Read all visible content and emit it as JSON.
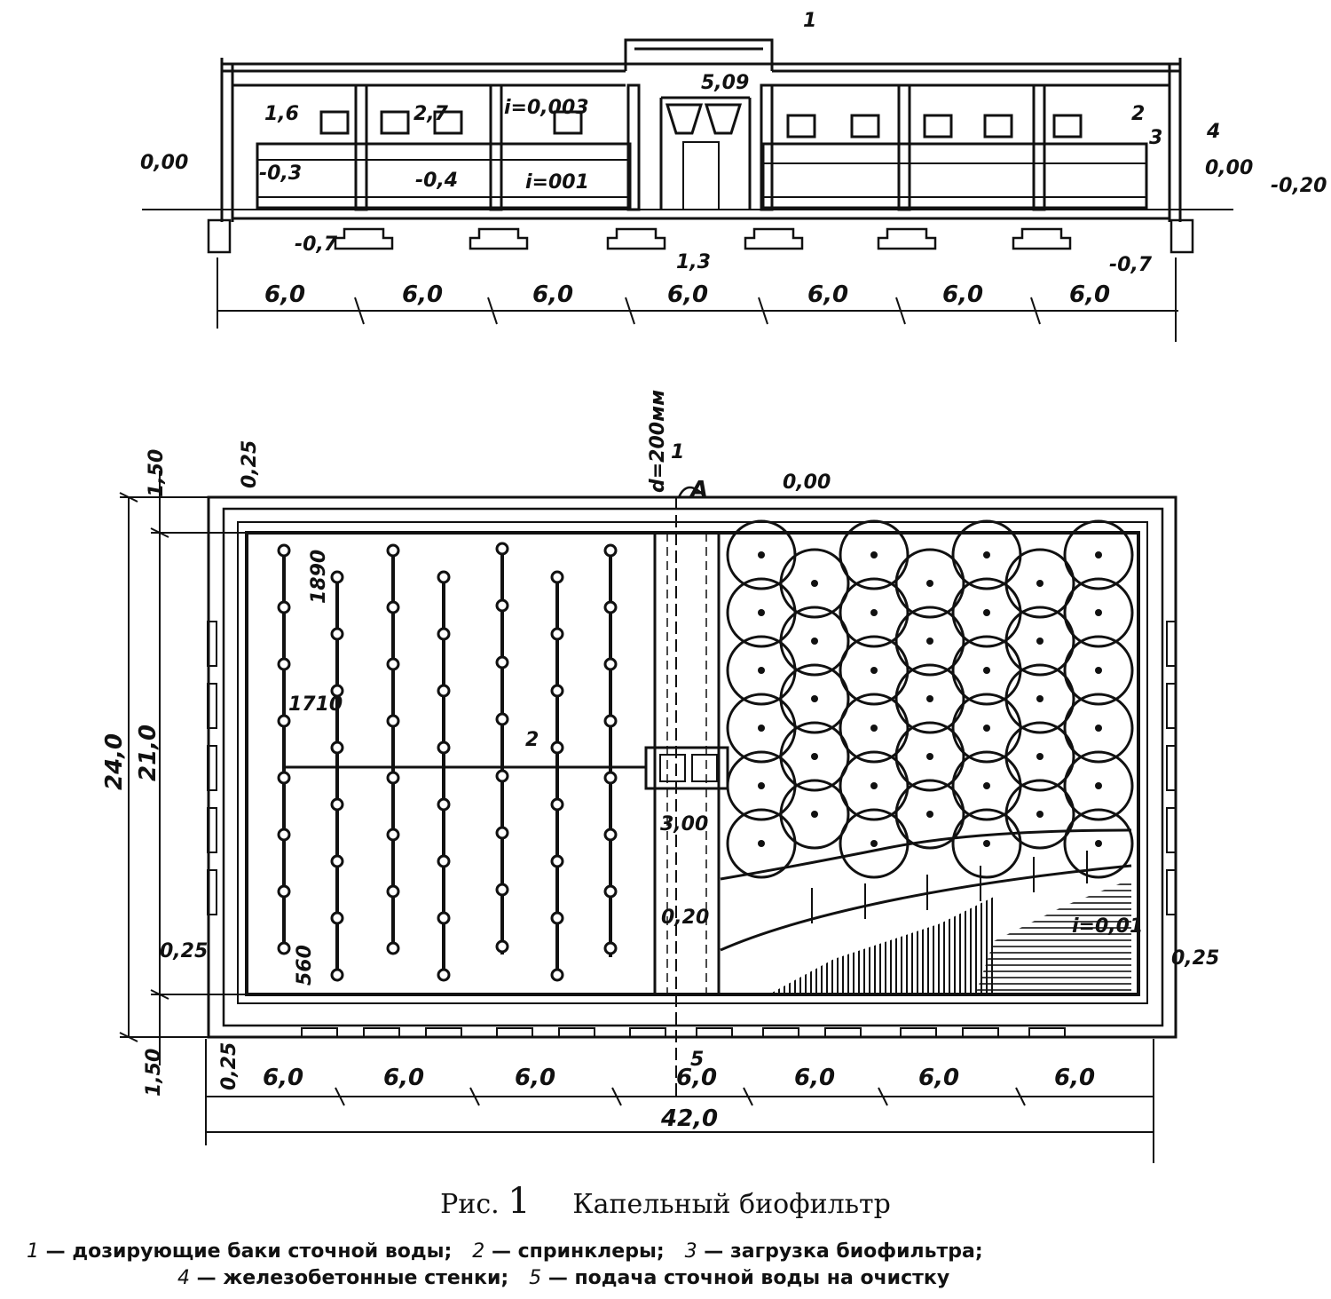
{
  "section": {
    "callouts": {
      "c1": "1",
      "c2": "2",
      "c3": "3",
      "c4": "4"
    },
    "levels": {
      "left_ground": "0,00",
      "right_ground": "0,00",
      "right_outer": "-0,20",
      "tank_top": "5,09",
      "l1": "1,6",
      "l2": "2,7",
      "l3": "-0,3",
      "l4": "-0,4",
      "l5": "-0,7",
      "l6": "-0,7",
      "l7": "1,3",
      "slope1": "i=0,003",
      "slope2": "i=001"
    },
    "spans": [
      "6,0",
      "6,0",
      "6,0",
      "6,0",
      "6,0",
      "6,0",
      "6,0"
    ]
  },
  "plan": {
    "pipe_label": "d=200мм",
    "section_mark": "A",
    "section_num": "1",
    "level_top": "0,00",
    "dim_top_wall": "0,25",
    "dim_left_150_top": "1,50",
    "dim_left_240": "24,0",
    "dim_left_210": "21,0",
    "dim_left_025": "0,25",
    "dim_left_150_bottom": "1,50",
    "dim_bottom_025": "0,25",
    "dim_right_025": "0,25",
    "d1890": "1890",
    "d1710": "1710",
    "d560": "560",
    "callout2": "2",
    "channel_width": "3,00",
    "channel_level": "0,20",
    "floor_slope": "i=0,01",
    "callout5": "5",
    "spans": [
      "6,0",
      "6,0",
      "6,0",
      "6,0",
      "6,0",
      "6,0",
      "6,0"
    ],
    "overall": "42,0"
  },
  "caption": {
    "fig_label": "Рис.",
    "fig_num": "1",
    "title": "Капельный биофильтр"
  },
  "legend": {
    "n1": "1",
    "t1": "— дозирующие баки сточной воды;",
    "n2": "2",
    "t2": "— спринклеры;",
    "n3": "3",
    "t3": "— загрузка биофильтра;",
    "n4": "4",
    "t4": "— железобетонные стенки;",
    "n5": "5",
    "t5": "— подача сточной воды на очистку"
  }
}
